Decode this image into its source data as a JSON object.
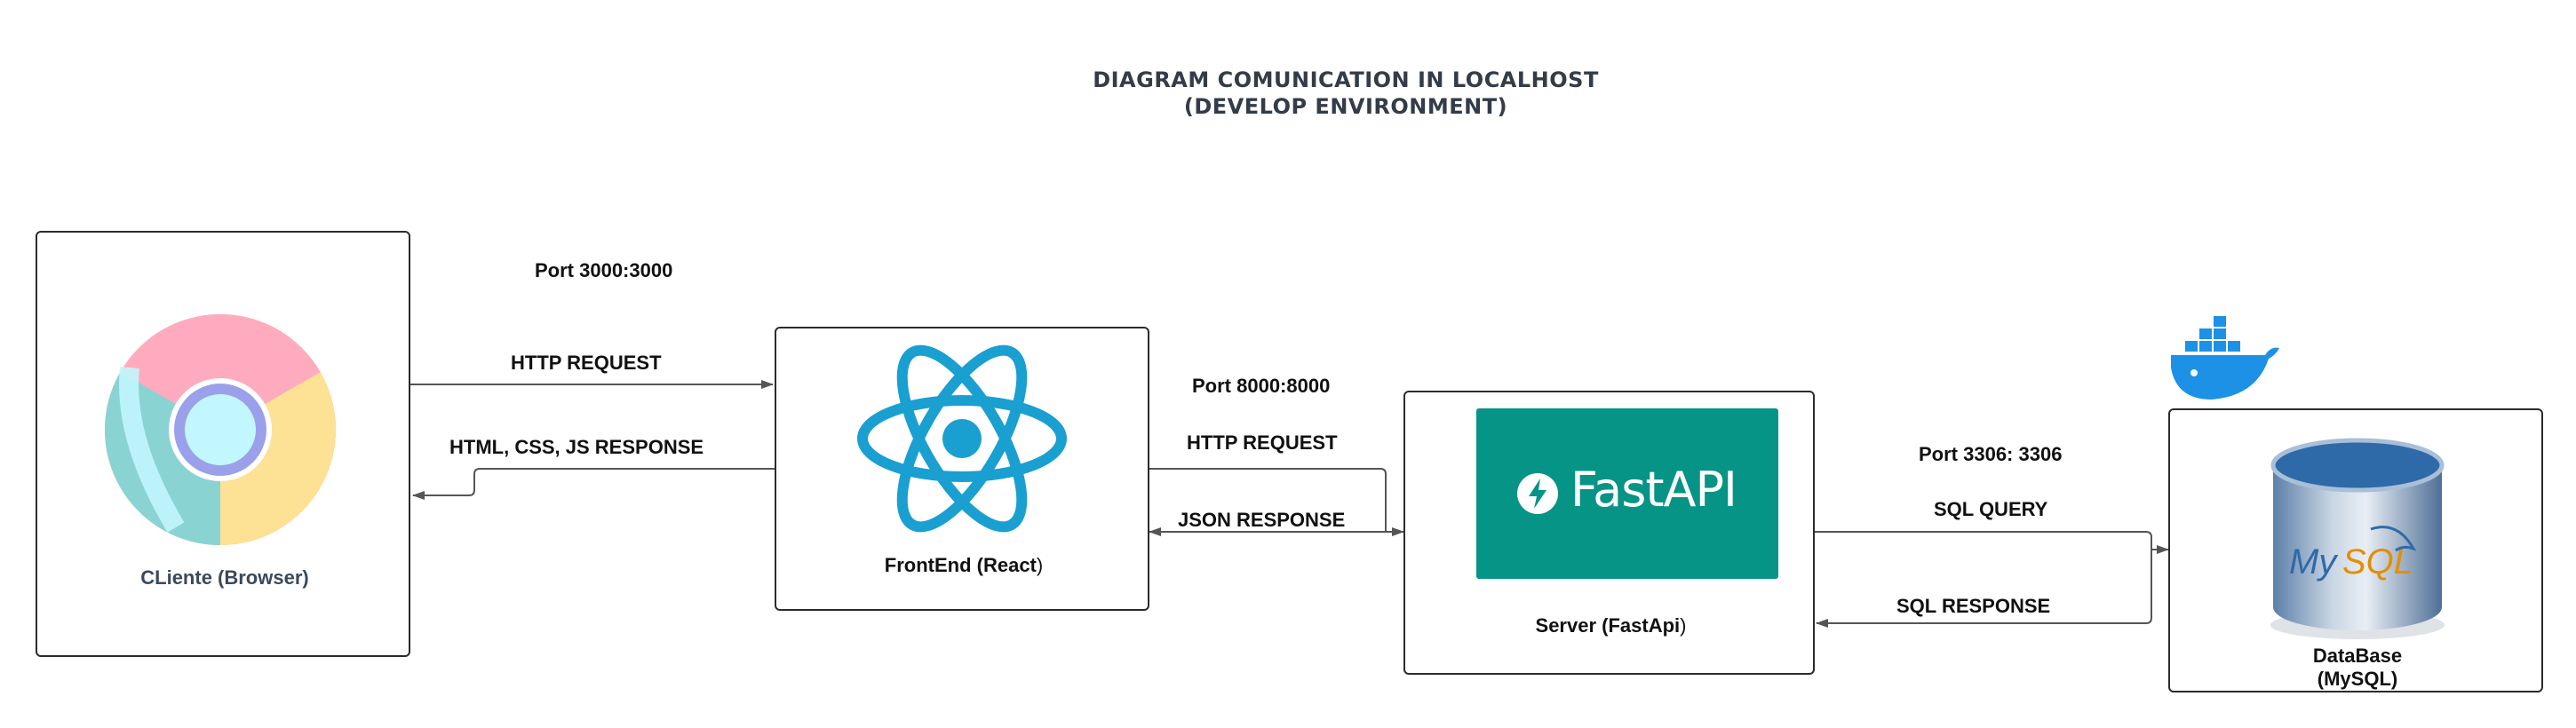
{
  "title": {
    "line1": "DIAGRAM COMUNICATION IN LOCALHOST",
    "line2": "(DEVELOP ENVIRONMENT)"
  },
  "nodes": {
    "client": {
      "label": "CLiente (Browser)",
      "icon": "chrome-icon"
    },
    "frontend": {
      "label_main": "FrontEnd (React",
      "label_paren": ")",
      "icon": "react-icon"
    },
    "server": {
      "label_main": "Server (FastApi",
      "label_paren": ")",
      "icon": "fastapi-icon",
      "logo_text": "FastAPI"
    },
    "database": {
      "label_line1": "DataBase",
      "label_line2": "(MySQL)",
      "icon": "mysql-icon",
      "logo_text_my": "My",
      "logo_text_sql": "SQL"
    },
    "docker": {
      "icon": "docker-icon"
    }
  },
  "connections": {
    "port_frontend": "Port 3000:3000",
    "client_to_frontend": "HTTP REQUEST",
    "frontend_to_client": "HTML, CSS, JS RESPONSE",
    "port_server": "Port 8000:8000",
    "frontend_to_server": "HTTP REQUEST",
    "server_to_frontend": "JSON RESPONSE",
    "port_database": "Port 3306: 3306",
    "server_to_database": "SQL QUERY",
    "database_to_server": "SQL RESPONSE"
  },
  "colors": {
    "react": "#1a9fd1",
    "fastapi": "#059486",
    "docker": "#1d91e5",
    "mysql_blue": "#2f6aa8",
    "mysql_orange": "#e48e00",
    "line": "#555555"
  }
}
